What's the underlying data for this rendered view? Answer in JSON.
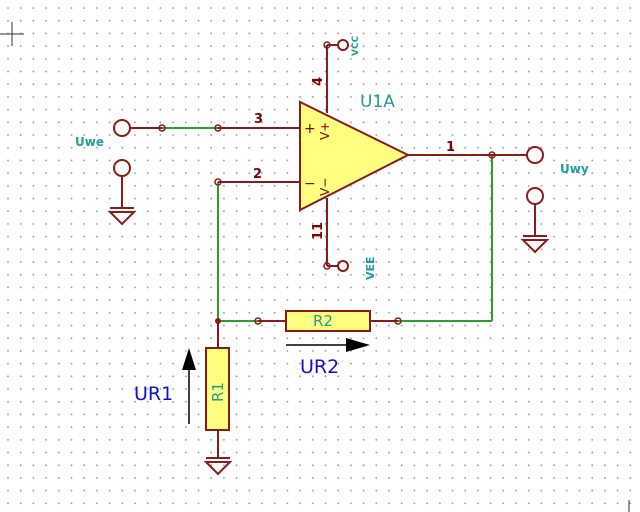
{
  "colors": {
    "component": "#8b1a1a",
    "wire": "#2ca02c",
    "opamp_fill": "#ffff80",
    "net_label": "#1f9c9c",
    "annotation": "#1111cc",
    "grid_dot": "#9a9a9a"
  },
  "opamp": {
    "reference": "U1A",
    "pins": {
      "noninverting": "3",
      "inverting": "2",
      "output": "1",
      "vplus": "4",
      "vminus": "11"
    },
    "pin_names": {
      "plus": "+",
      "vplus": "V+",
      "minus": "−",
      "vminus": "V−"
    }
  },
  "power": {
    "positive": "VCC",
    "negative": "VEE"
  },
  "ports": {
    "input": "Uwe",
    "output": "Uwy"
  },
  "resistors": {
    "r1": {
      "reference": "R1"
    },
    "r2": {
      "reference": "R2"
    }
  },
  "annotations": {
    "voltage_r1": "UR1",
    "voltage_r2": "UR2"
  }
}
